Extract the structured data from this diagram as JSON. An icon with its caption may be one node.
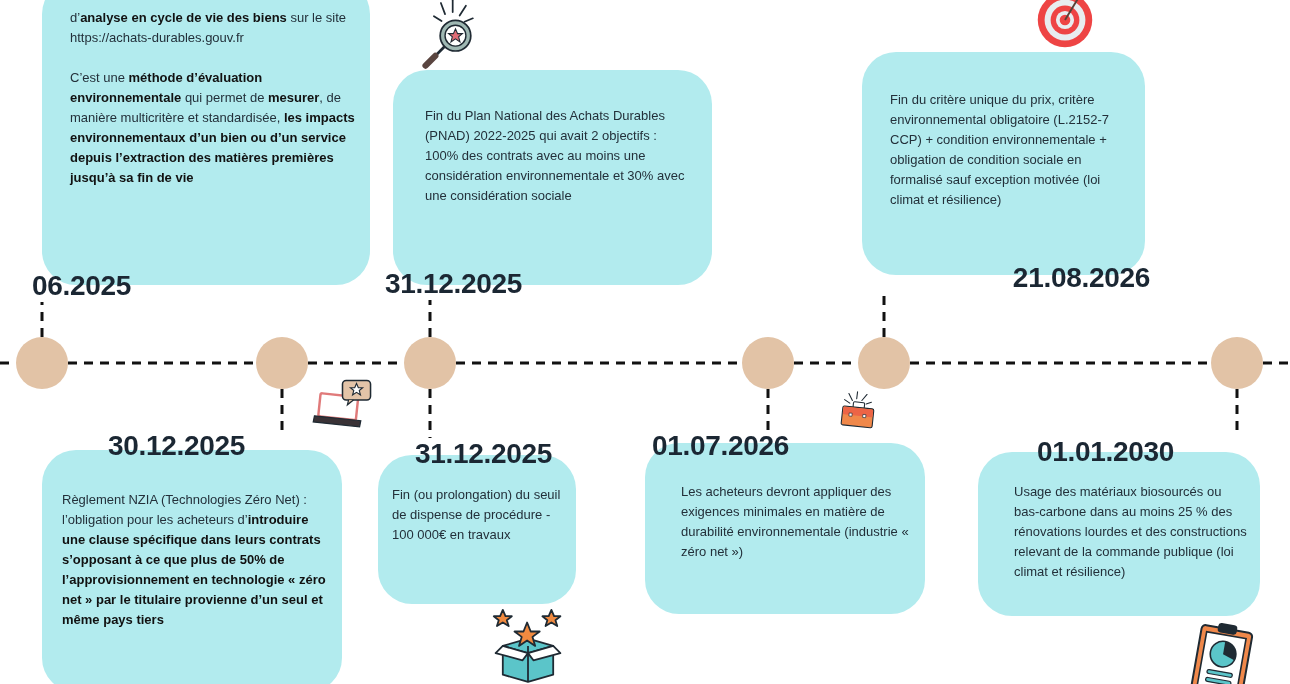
{
  "diagram": {
    "nodes": [
      {
        "text": [
          "d’**analyse en cycle de vie des biens** sur le site https://achats-durables.gouv.fr",
          "C’est une **méthode d’évaluation environnementale** qui permet de **mesurer**, de manière multicritère et standardisée, **les impacts environnementaux d’un bien ou d’un service depuis l’extraction des matières premières jusqu’à sa fin de vie**",
          "06.2025"
        ]
      },
      {
        "text": [
          "Fin du Plan National des Achats Durables (PNAD) 2022-2025 qui avait 2 objectifs : 100% des contrats avec au moins une considération environnementale et 30% avec une considération sociale",
          "31.12.2025"
        ]
      },
      {
        "text": [
          "Fin du critère unique du prix, critère environnemental obligatoire (L.2152-7 CCP) + condition environnementale + obligation de condition sociale en formalisé sauf exception motivée (loi climat et résilience)",
          "21.08.2026"
        ]
      },
      {
        "text": [],
        "shape": "circle"
      },
      {
        "text": [],
        "shape": "circle"
      },
      {
        "text": [],
        "shape": "circle"
      },
      {
        "text": [],
        "shape": "circle"
      },
      {
        "text": [],
        "shape": "circle"
      },
      {
        "text": [],
        "shape": "circle"
      },
      {
        "text": [
          "30.12.2025",
          "Règlement NZIA (Technologies Zéro Net) :",
          "l’obligation pour les acheteurs d’**introduire une clause spécifique dans leurs contrats s’opposant à ce que plus de 50% de l’approvisionnement en technologie « zéro net » par le titulaire provienne d’un seul et même pays tiers**"
        ]
      },
      {
        "text": [
          "31.12.2025",
          "Fin (ou prolongation) du seuil de dispense de procédure - 100 000€ en travaux"
        ]
      },
      {
        "text": [
          "01.07.2026",
          "Les acheteurs devront appliquer des exigences minimales en matière de durabilité environnementale (industrie « zéro net »)"
        ]
      },
      {
        "text": [
          "01.01.2030",
          "Usage des matériaux biosourcés ou bas-carbone dans au moins 25 % des rénovations lourdes et des constructions relevant de la commande publique (loi climat et résilience)"
        ]
      }
    ],
    "edges": [
      {
        "from": 3,
        "to": 4,
        "arrow": "none",
        "style": "dashed"
      },
      {
        "from": 4,
        "to": 5,
        "arrow": "none",
        "style": "dashed"
      },
      {
        "from": 5,
        "to": 6,
        "arrow": "none",
        "style": "dashed"
      },
      {
        "from": 6,
        "to": 7,
        "arrow": "none",
        "style": "dashed"
      },
      {
        "from": 7,
        "to": 8,
        "arrow": "none",
        "style": "dashed"
      },
      {
        "from": 3,
        "to": 0,
        "arrow": "none",
        "style": "dashed"
      },
      {
        "from": 4,
        "to": 9,
        "arrow": "none",
        "style": "dashed"
      },
      {
        "from": 5,
        "to": 1,
        "arrow": "none",
        "style": "dashed"
      },
      {
        "from": 5,
        "to": 10,
        "arrow": "none",
        "style": "dashed"
      },
      {
        "from": 6,
        "to": 11,
        "arrow": "none",
        "style": "dashed"
      },
      {
        "from": 7,
        "to": 2,
        "arrow": "none",
        "style": "dashed"
      },
      {
        "from": 8,
        "to": 12,
        "arrow": "none",
        "style": "dashed"
      }
    ]
  }
}
